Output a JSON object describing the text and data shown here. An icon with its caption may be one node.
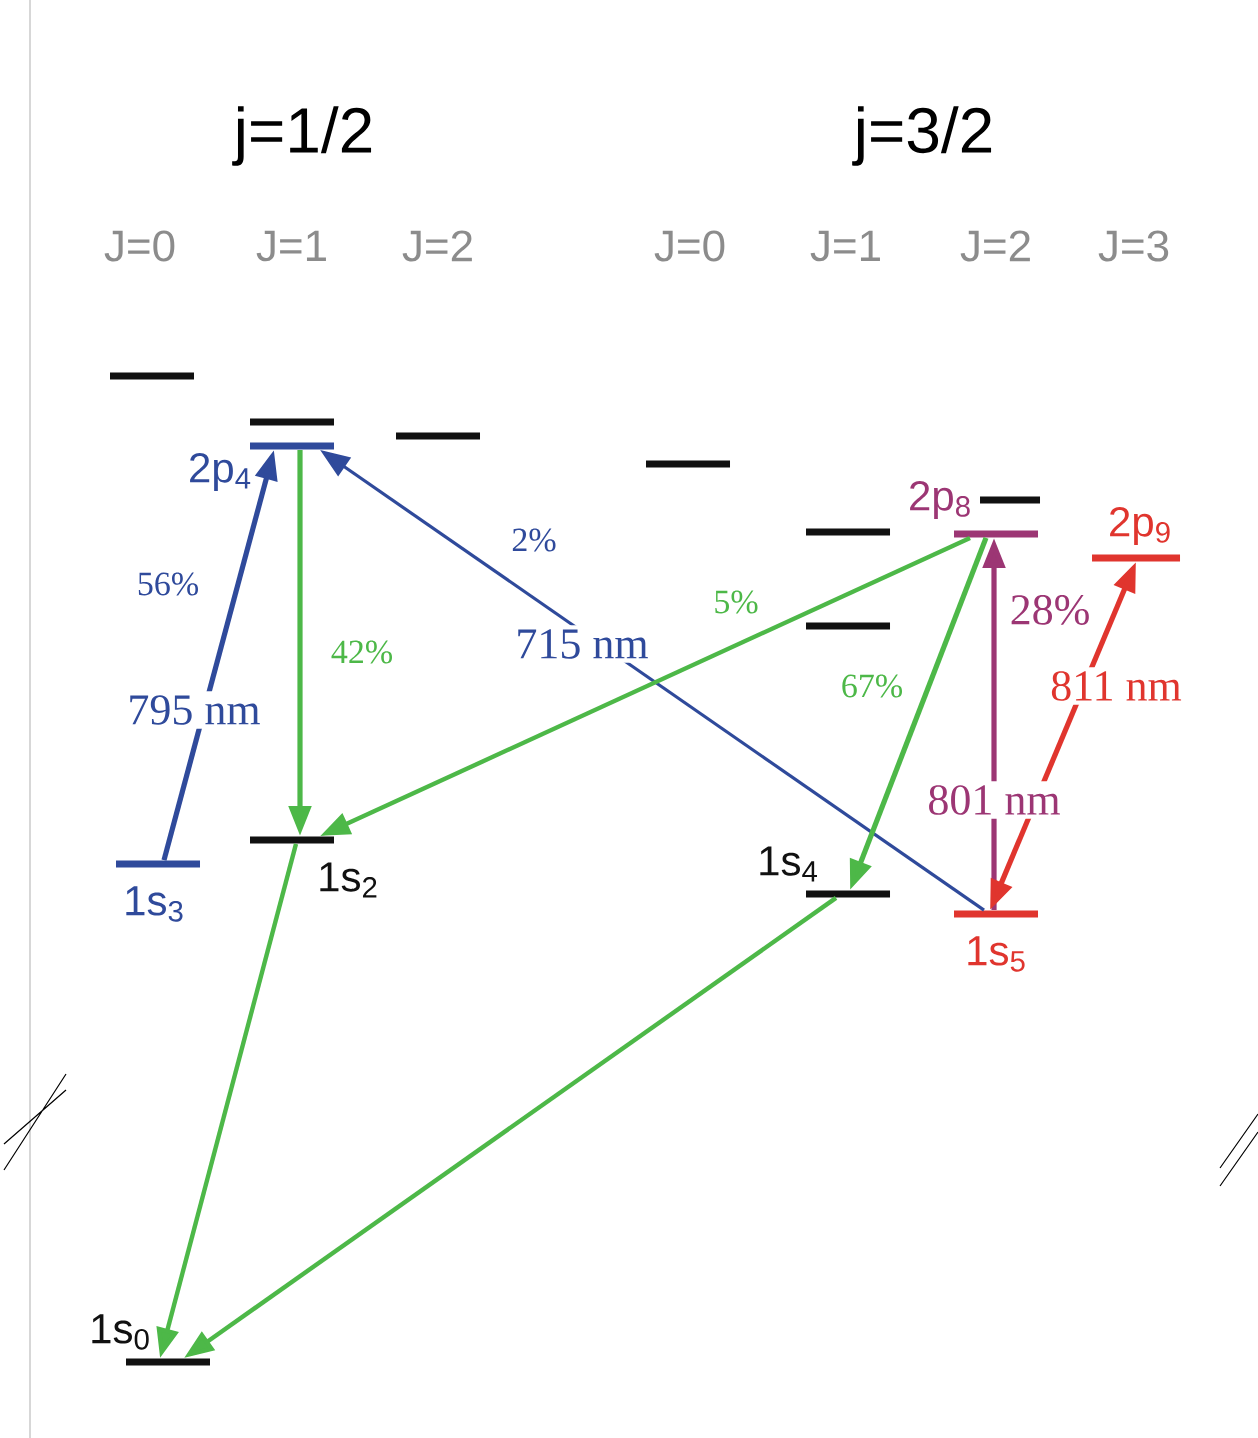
{
  "diagram": {
    "nodes": [
      {
        "text": [],
        "shape": "bar"
      },
      {
        "text": [],
        "shape": "bar"
      },
      {
        "text": [],
        "shape": "bar"
      },
      {
        "text": [
          "2p$_{4}$"
        ]
      },
      {
        "text": [],
        "shape": "bar"
      },
      {
        "text": [],
        "shape": "bar"
      },
      {
        "text": [],
        "shape": "bar"
      },
      {
        "text": [
          "2p$_{8}$"
        ]
      },
      {
        "text": [
          "2p$_{9}$"
        ]
      },
      {
        "text": [],
        "shape": "bar"
      },
      {
        "text": [
          "1s$_{2}$"
        ]
      },
      {
        "text": [
          "1s$_{3}$"
        ]
      },
      {
        "text": [
          "1s$_{4}$"
        ]
      },
      {
        "text": [
          "1s$_{5}$"
        ]
      },
      {
        "text": [
          "1s$_{0}$"
        ]
      }
    ],
    "edges": [
      {
        "from": 11,
        "to": 3,
        "arrow": "to",
        "label": "795 nm",
        "color": "#2f4a9b"
      },
      {
        "from": 13,
        "to": 3,
        "arrow": "to",
        "label": "715 nm",
        "color": "#2f4a9b"
      },
      {
        "from": 3,
        "to": 10,
        "arrow": "to"
      },
      {
        "from": 7,
        "to": 10,
        "arrow": "to"
      },
      {
        "from": 7,
        "to": 12,
        "arrow": "to"
      },
      {
        "from": 13,
        "to": 7,
        "arrow": "to",
        "label": "801 nm",
        "color": "#9c3674"
      },
      {
        "from": 13,
        "to": 8,
        "arrow": "both",
        "label": "811 nm",
        "color": "#e0352e"
      },
      {
        "from": 10,
        "to": 14,
        "arrow": "to"
      },
      {
        "from": 12,
        "to": 14,
        "arrow": "to"
      }
    ],
    "labels": [
      "j=1/2",
      "j=3/2",
      "J=0",
      "J=1",
      "J=2",
      "J=0",
      "J=1",
      "J=2",
      "J=3",
      "2%",
      "56%",
      "5%",
      "28%",
      "42%",
      "67%"
    ]
  }
}
